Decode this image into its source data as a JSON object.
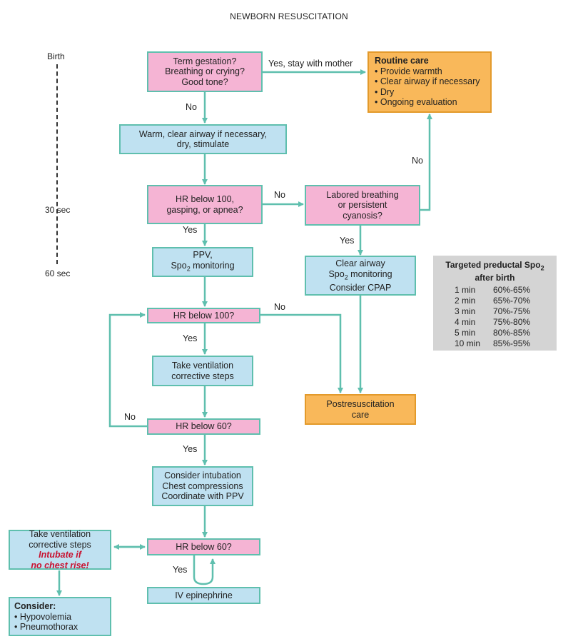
{
  "title": "NEWBORN RESUSCITATION",
  "timeline": {
    "birth": "Birth",
    "t30": "30 sec",
    "t60": "60 sec"
  },
  "boxes": {
    "term": [
      "Term gestation?",
      "Breathing or crying?",
      "Good tone?"
    ],
    "routine_title": "Routine care",
    "routine_items": [
      "• Provide warmth",
      "• Clear airway if necessary",
      "• Dry",
      "• Ongoing evaluation"
    ],
    "warm": [
      "Warm, clear airway if necessary,",
      "dry, stimulate"
    ],
    "hr100a": [
      "HR below 100,",
      "gasping, or apnea?"
    ],
    "labored": [
      "Labored breathing",
      "or persistent",
      "cyanosis?"
    ],
    "ppv": [
      "PPV,",
      "Spo"
    ],
    "ppv_sub": "2",
    "ppv_tail": " monitoring",
    "clear": [
      "Clear airway",
      "Spo",
      "2",
      " monitoring",
      "Consider CPAP"
    ],
    "hr100b": "HR below 100?",
    "take1": [
      "Take ventilation",
      "corrective steps"
    ],
    "post": [
      "Postresuscitation",
      "care"
    ],
    "hr60a": "HR below 60?",
    "consider": [
      "Consider intubation",
      "Chest compressions",
      "Coordinate with PPV"
    ],
    "hr60b": "HR below 60?",
    "iv": "IV epinephrine",
    "take2": [
      "Take ventilation",
      "corrective steps"
    ],
    "take2_red": [
      "Intubate if",
      "no chest rise!"
    ],
    "cons_title": "Consider:",
    "cons_items": [
      "• Hypovolemia",
      "• Pneumothorax"
    ]
  },
  "labels": {
    "yes_mother": "Yes, stay with mother",
    "no1": "No",
    "no2": "No",
    "yes1": "Yes",
    "no3": "No",
    "yes2": "Yes",
    "no4": "No",
    "yes3": "Yes",
    "no5": "No",
    "yes4": "Yes",
    "yes5": "Yes"
  },
  "spo2_table": {
    "title_a": "Targeted preductal Spo",
    "title_sub": "2",
    "title_b": "after birth",
    "rows": [
      {
        "time": "1 min",
        "range": "60%-65%"
      },
      {
        "time": "2 min",
        "range": "65%-70%"
      },
      {
        "time": "3 min",
        "range": "70%-75%"
      },
      {
        "time": "4 min",
        "range": "75%-80%"
      },
      {
        "time": "5 min",
        "range": "80%-85%"
      },
      {
        "time": "10 min",
        "range": "85%-95%"
      }
    ]
  },
  "colors": {
    "arrow": "#5fbfae",
    "pink": "#f5b4d4",
    "blue": "#bfe1f1",
    "orange": "#f9b85a",
    "gray": "#d4d4d4",
    "red": "#c8102e"
  }
}
